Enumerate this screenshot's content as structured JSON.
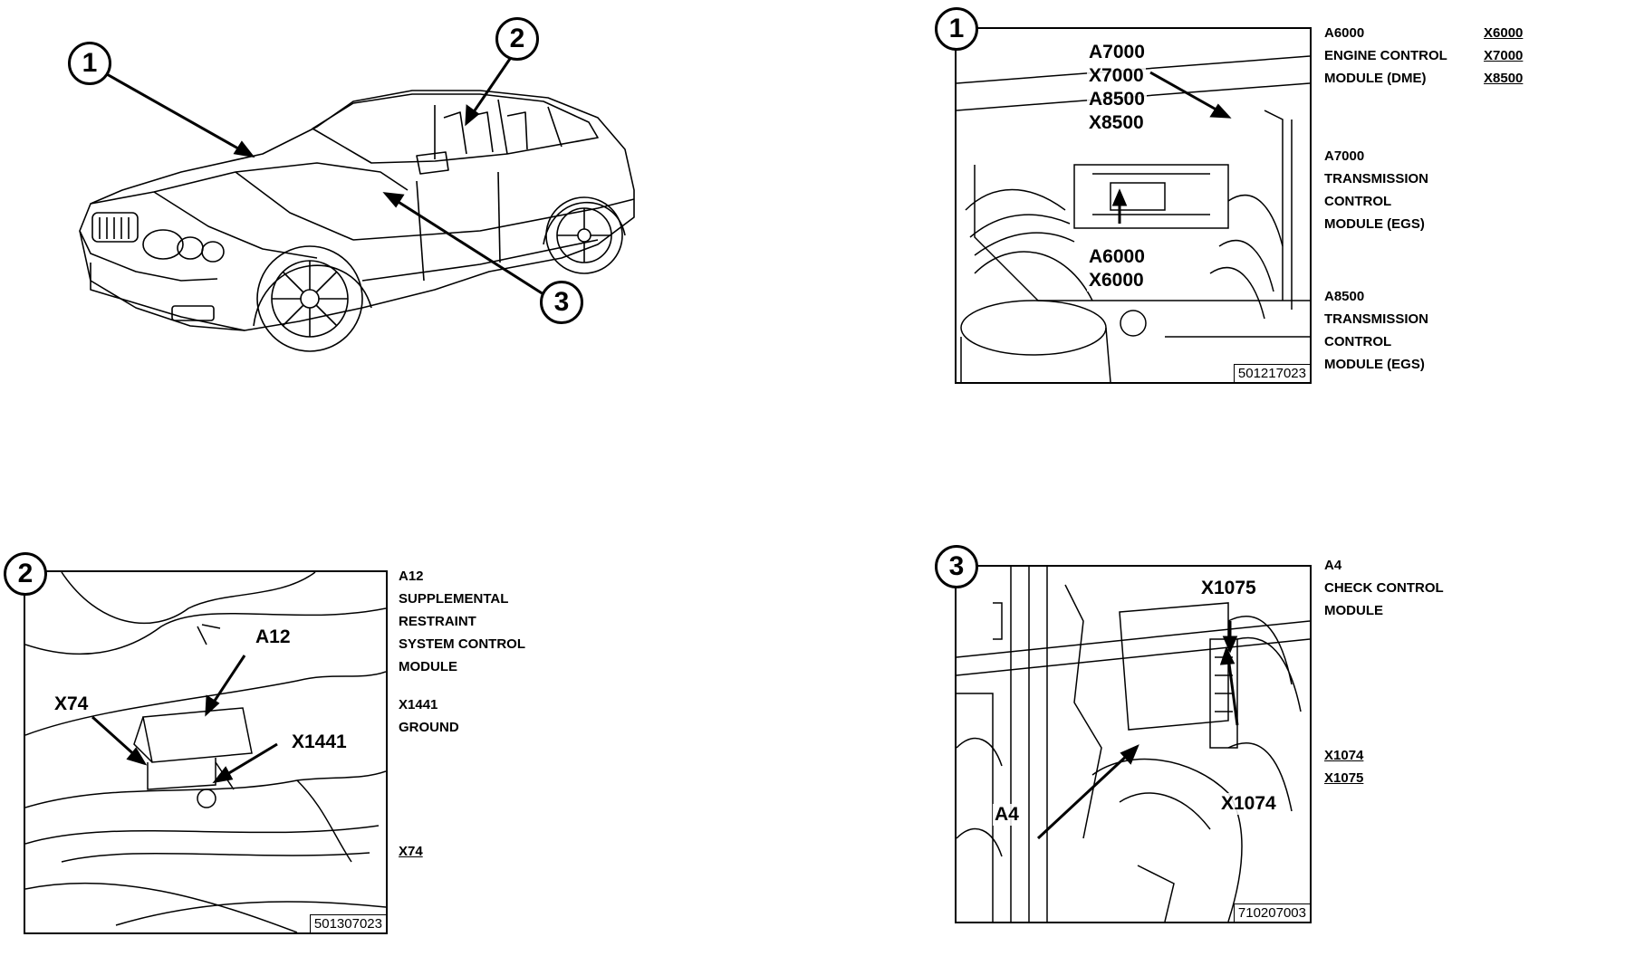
{
  "overview": {
    "callouts": [
      "1",
      "2",
      "3"
    ]
  },
  "panel1": {
    "callout": "1",
    "labels": {
      "a7000": "A7000",
      "x7000": "X7000",
      "a8500": "A8500",
      "x8500": "X8500",
      "a6000": "A6000",
      "x6000": "X6000"
    },
    "ref": "501217023",
    "legend": {
      "group1": [
        "A6000",
        "ENGINE CONTROL",
        "MODULE (DME)"
      ],
      "connectors1": [
        "X6000",
        "X7000",
        "X8500"
      ],
      "group2": [
        "A7000",
        "TRANSMISSION",
        "CONTROL",
        "MODULE (EGS)"
      ],
      "group3": [
        "A8500",
        "TRANSMISSION",
        "CONTROL",
        "MODULE (EGS)"
      ]
    }
  },
  "panel2": {
    "callout": "2",
    "labels": {
      "a12": "A12",
      "x74": "X74",
      "x1441": "X1441"
    },
    "ref": "501307023",
    "legend": {
      "group1": [
        "A12",
        "SUPPLEMENTAL",
        "RESTRAINT",
        "SYSTEM CONTROL",
        "MODULE"
      ],
      "group2": [
        "X1441",
        "GROUND"
      ],
      "connectors": [
        "X74"
      ]
    }
  },
  "panel3": {
    "callout": "3",
    "labels": {
      "x1075": "X1075",
      "x1074": "X1074",
      "a4": "A4"
    },
    "ref": "710207003",
    "legend": {
      "group1": [
        "A4",
        "CHECK CONTROL",
        "MODULE"
      ],
      "connectors": [
        "X1074",
        "X1075"
      ]
    }
  }
}
